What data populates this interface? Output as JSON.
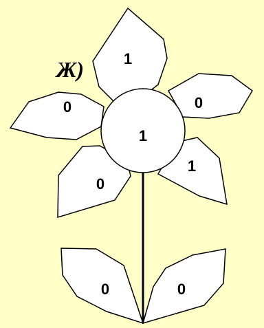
{
  "label": "Ж)",
  "petals": {
    "top": "1",
    "right_upper": "0",
    "right_lower": "1",
    "left_lower": "0",
    "left_upper": "0"
  },
  "center": "1",
  "leaves": {
    "left": "0",
    "right": "0"
  },
  "colors": {
    "background": "#FFFFC8",
    "fill": "#FFFFFF",
    "stroke": "#000000"
  }
}
